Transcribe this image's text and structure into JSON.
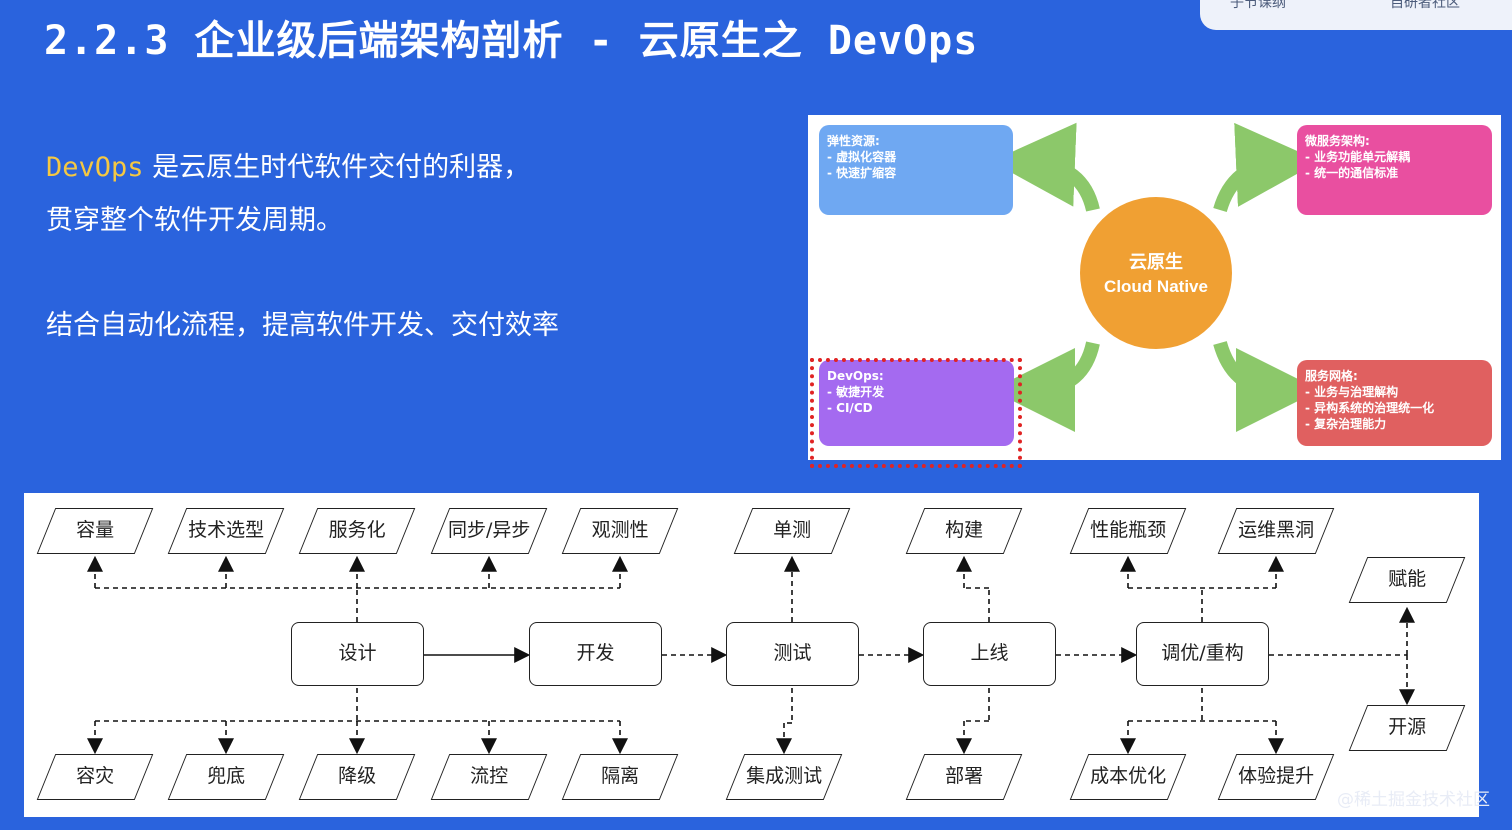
{
  "header": {
    "title": "2.2.3 企业级后端架构剖析 - 云原生之 DevOps",
    "corner_tab_left": "子节课纲",
    "corner_tab_right": "自研者社区"
  },
  "intro": {
    "line1_highlight": "DevOps",
    "line1_rest": " 是云原生时代软件交付的利器，",
    "line2": "贯穿整个软件开发周期。",
    "line3": "结合自动化流程，提高软件开发、交付效率"
  },
  "cloud_native": {
    "center_line1": "云原生",
    "center_line2": "Cloud Native",
    "boxes": {
      "elastic": {
        "title": "弹性资源:",
        "items": [
          "- 虚拟化容器",
          "- 快速扩缩容"
        ],
        "color": "#6fa8f2"
      },
      "microservice": {
        "title": "微服务架构:",
        "items": [
          "- 业务功能单元解耦",
          "- 统一的通信标准"
        ],
        "color": "#e94fa0"
      },
      "devops": {
        "title": "DevOps:",
        "items": [
          "- 敏捷开发",
          "- CI/CD"
        ],
        "color": "#a46af0"
      },
      "mesh": {
        "title": "服务网格:",
        "items": [
          "- 业务与治理解构",
          "- 异构系统的治理统一化",
          "- 复杂治理能力"
        ],
        "color": "#e06060"
      }
    },
    "arrow_color": "#8cc86a",
    "highlight_color": "#e02424"
  },
  "flow": {
    "processes": {
      "design": "设计",
      "develop": "开发",
      "test": "测试",
      "online": "上线",
      "tune": "调优/重构"
    },
    "top_labels": {
      "capacity": "容量",
      "tech_selection": "技术选型",
      "servitization": "服务化",
      "sync_async": "同步/异步",
      "observability": "观测性",
      "unit_test": "单测",
      "build": "构建",
      "perf_bottleneck": "性能瓶颈",
      "ops_blackhole": "运维黑洞",
      "empower": "赋能"
    },
    "bottom_labels": {
      "disaster_recovery": "容灾",
      "fallback": "兜底",
      "degrade": "降级",
      "rate_limit": "流控",
      "isolation": "隔离",
      "integration_test": "集成测试",
      "deploy": "部署",
      "cost_opt": "成本优化",
      "ux_improve": "体验提升",
      "open_source": "开源"
    }
  },
  "watermark": "@稀土掘金技术社区",
  "colors": {
    "background": "#2a63dd",
    "title": "#ffffff",
    "highlight": "#f5c842"
  }
}
